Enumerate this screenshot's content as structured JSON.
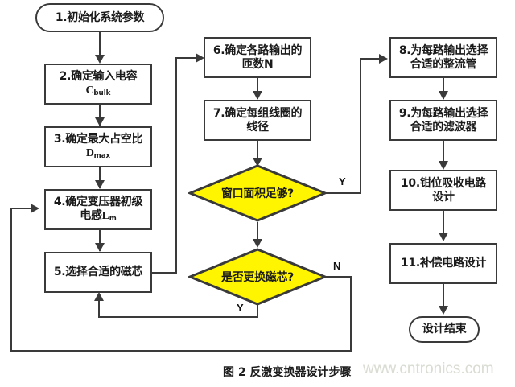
{
  "figure": {
    "caption": "图 2 反激变换器设计步骤",
    "watermark": "www.cntronics.com",
    "colors": {
      "decision_fill": "#FFF500",
      "stroke": "#3a3a3a",
      "node_fill": "#FFFFFF",
      "text": "#1a1a1a",
      "watermark": "#d9dcd2"
    }
  },
  "nodes": {
    "start": {
      "label": "1.初始化系统参数",
      "shape": "terminator"
    },
    "step2": {
      "line1": "2.确定输入电容",
      "var": "C",
      "sub": "bulk",
      "shape": "rect"
    },
    "step3": {
      "line1": "3.确定最大占空比",
      "var": "D",
      "sub": "max",
      "shape": "rect"
    },
    "step4": {
      "line1": "4.确定变压器初级",
      "line2": "电感",
      "var": "L",
      "sub": "m",
      "shape": "rect"
    },
    "step5": {
      "label": "5.选择合适的磁芯",
      "shape": "rect"
    },
    "step6": {
      "line1": "6.确定各路输出的",
      "line2": "匝数N",
      "shape": "rect"
    },
    "step7": {
      "line1": "7.确定每组线圈的",
      "line2": "线径",
      "shape": "rect"
    },
    "decision1": {
      "label": "窗口面积足够?",
      "shape": "diamond"
    },
    "decision2": {
      "label": "是否更换磁芯?",
      "shape": "diamond"
    },
    "step8": {
      "line1": "8.为每路输出选择",
      "line2": "合适的整流管",
      "shape": "rect"
    },
    "step9": {
      "line1": "9.为每路输出选择",
      "line2": "合适的滤波器",
      "shape": "rect"
    },
    "step10": {
      "line1": "10.钳位吸收电路",
      "line2": "设计",
      "shape": "rect"
    },
    "step11": {
      "label": "11.补偿电路设计",
      "shape": "rect"
    },
    "end": {
      "label": "设计结束",
      "shape": "terminator"
    }
  },
  "branches": {
    "d1_yes": "Y",
    "d2_no": "N",
    "d2_yes": "Y"
  }
}
